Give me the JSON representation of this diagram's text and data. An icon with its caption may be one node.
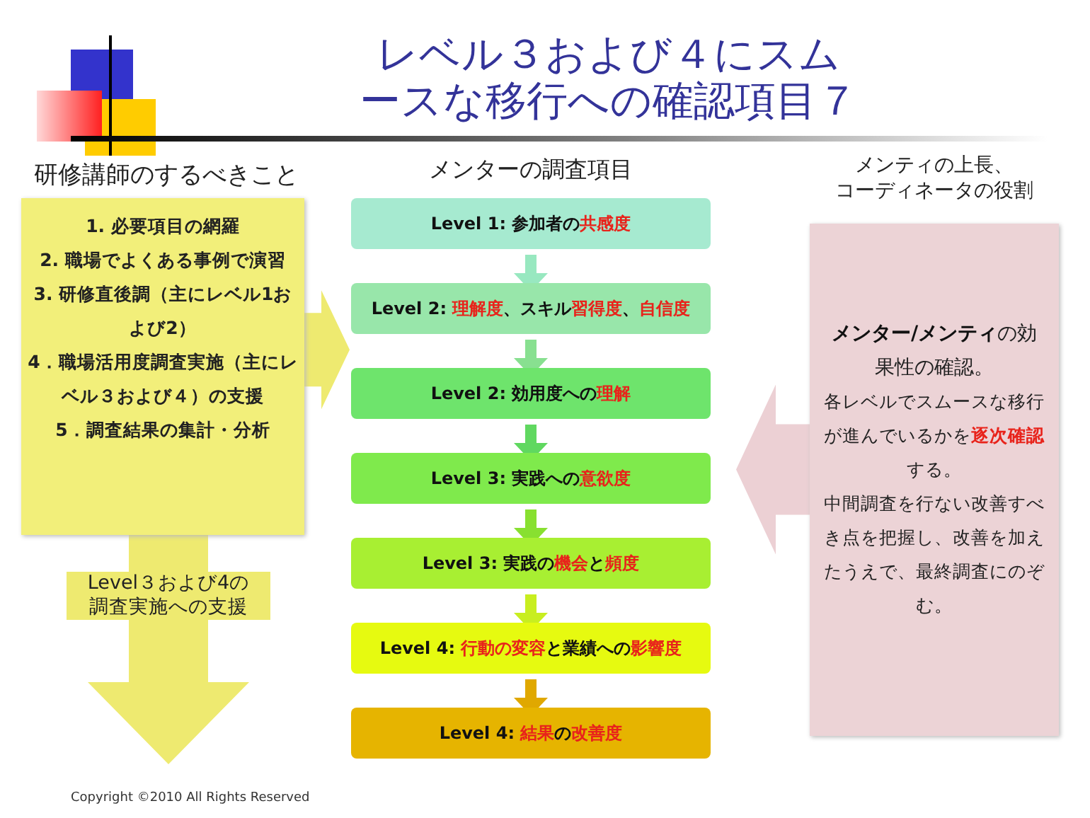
{
  "diagram": {
    "title": "レベル３および４にスムースな移行への確認項目７",
    "nodes": [
      {
        "text": [
          "研修講師のするべきこと",
          "1. 必要項目の網羅",
          "2. 職場でよくある事例で演習",
          "3. 研修直後調（主にレベル1および2）",
          "4．職場活用度調査実施（主にレベル３および４）の支援",
          "5．調査結果の集計・分析"
        ]
      },
      {
        "text": [
          "Level 1: 参加者の**共感度**"
        ]
      },
      {
        "text": [
          "Level 2: **理解度**、スキル**習得度**、**自信度**"
        ]
      },
      {
        "text": [
          "Level 2: 効用度への**理解**"
        ]
      },
      {
        "text": [
          "Level 3: 実践への**意欲度**"
        ]
      },
      {
        "text": [
          "Level 3: 実践の**機会**と**頻度**"
        ]
      },
      {
        "text": [
          "Level 4: **行動の変容**と業績への**影響度**"
        ]
      },
      {
        "text": [
          "Level 4: **結果**の**改善度**"
        ]
      },
      {
        "text": [
          "メンティの上長、コーディネータの役割",
          "**メンター/メンティ**の効果性の確認。",
          "各レベルでスムースな移行が進んでいるかを**逐次確認**する。",
          "中間調査を行ない改善すべき点を把握し、改善を加えたうえで、最終調査にのぞむ。"
        ]
      }
    ],
    "edges": [
      {
        "from": 0,
        "to": null,
        "arrow": "to",
        "style": "thick",
        "color": "#eeea70"
      },
      {
        "from": 0,
        "to": null,
        "arrow": "to",
        "style": "thick",
        "color": "#eeea70",
        "label": "Level３および4の調査実施への支援"
      },
      {
        "from": 1,
        "to": 2,
        "arrow": "to",
        "color": "#98e8c0"
      },
      {
        "from": 2,
        "to": 3,
        "arrow": "to",
        "color": "#88e090"
      },
      {
        "from": 3,
        "to": 4,
        "arrow": "to",
        "color": "#60d860"
      },
      {
        "from": 4,
        "to": 5,
        "arrow": "to",
        "color": "#88e030"
      },
      {
        "from": 5,
        "to": 6,
        "arrow": "to",
        "color": "#c8ee20"
      },
      {
        "from": 6,
        "to": 7,
        "arrow": "to",
        "color": "#e0a800"
      },
      {
        "from": 8,
        "to": null,
        "arrow": "to",
        "style": "thick",
        "color": "#ecd0d4"
      }
    ],
    "labels": [
      "メンターの調査項目",
      "Copyright ©2010 All Rights Reserved"
    ]
  }
}
